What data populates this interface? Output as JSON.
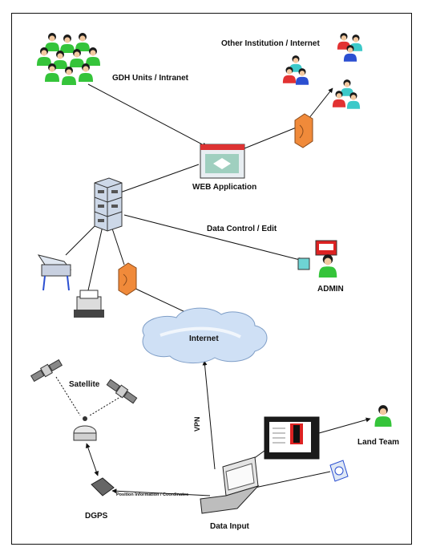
{
  "labels": {
    "gdh_units": "GDH Units / Intranet",
    "other_institution": "Other Institution / Internet",
    "web_application": "WEB Application",
    "data_control": "Data Control / Edit",
    "admin": "ADMIN",
    "internet": "Internet",
    "satellite": "Satellite",
    "vpn": "VPN",
    "land_team": "Land Team",
    "dgps": "DGPS",
    "position_info": "Position Information / Coordinates",
    "data_input": "Data Input"
  },
  "colors": {
    "user_green": "#35c43a",
    "user_red": "#e23232",
    "user_blue": "#2b4fd1",
    "user_cyan": "#3cc9c9",
    "firewall": "#f08a3a",
    "cloud": "#cfe0f5",
    "server": "#cdd8e8"
  },
  "icons": {
    "users_group": "users-group-icon",
    "firewall": "firewall-icon",
    "server": "server-icon",
    "web_app": "web-application-icon",
    "plotter": "plotter-icon",
    "printer": "printer-icon",
    "admin": "admin-user-icon",
    "cloud": "cloud-icon",
    "satellite": "satellite-icon",
    "dgps_receiver": "gps-receiver-icon",
    "laptop": "laptop-icon",
    "monitor": "monitor-icon",
    "camera": "camera-icon",
    "land_team": "land-team-user-icon"
  }
}
